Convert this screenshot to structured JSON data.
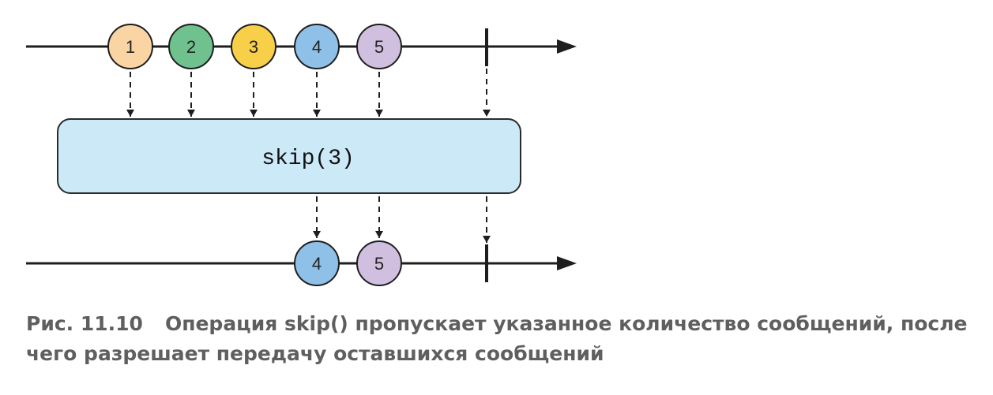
{
  "diagram": {
    "input_marbles": [
      {
        "label": "1",
        "color": "#fbd4a3"
      },
      {
        "label": "2",
        "color": "#6fc28e"
      },
      {
        "label": "3",
        "color": "#f7cf48"
      },
      {
        "label": "4",
        "color": "#8fc0e8"
      },
      {
        "label": "5",
        "color": "#d1bfe0"
      }
    ],
    "operator": {
      "label": "skip(3)",
      "fill": "#cce9f8",
      "stroke": "#2b2b2b"
    },
    "output_marbles": [
      {
        "label": "4",
        "color": "#8fc0e8"
      },
      {
        "label": "5",
        "color": "#d1bfe0"
      }
    ],
    "line_color": "#1e1e1e"
  },
  "caption": {
    "label": "Рис. 11.10",
    "text": "Операция skip() пропускает указанное количество сообщений, после чего разрешает передачу оставшихся сообщений",
    "color": "#5f5f5f"
  }
}
